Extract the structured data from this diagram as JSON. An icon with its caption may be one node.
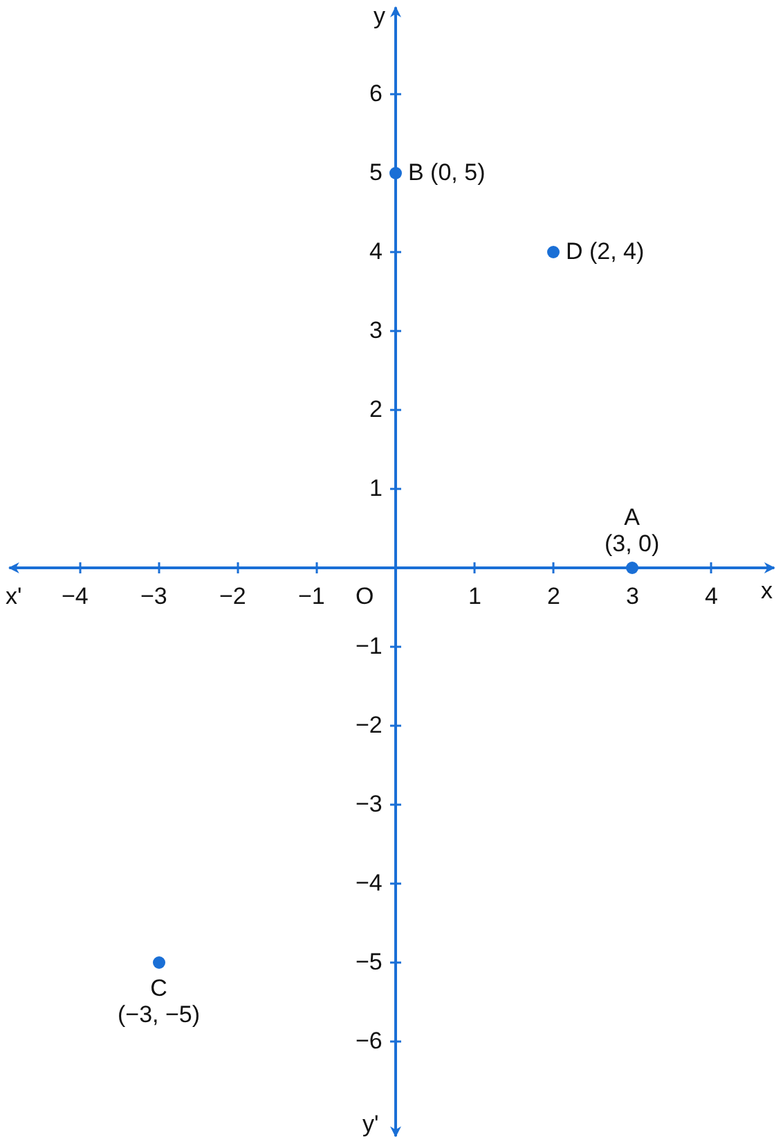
{
  "diagram": {
    "labels": [
      "x'",
      "y'",
      "O"
    ],
    "chart_data": {
      "type": "scatter",
      "xlabel": "x",
      "ylabel": "y",
      "x": [
        3,
        0,
        -3,
        2
      ],
      "series": [
        {
          "color": "#1a6fd6",
          "values": [
            0,
            5,
            -5,
            4
          ]
        }
      ],
      "xlim": [
        -4.9,
        4.8
      ],
      "ylim": [
        -7.2,
        7.1
      ],
      "xticks": [
        -4,
        -3,
        -2,
        -1,
        1,
        2,
        3,
        4
      ],
      "yticks": [
        -6,
        -5,
        -4,
        -3,
        -2,
        -1,
        1,
        2,
        3,
        4,
        5,
        6
      ],
      "annotations": [
        "A (3, 0)",
        "B (0, 5)",
        "C (−3, −5)",
        "D (2, 4)"
      ]
    }
  }
}
